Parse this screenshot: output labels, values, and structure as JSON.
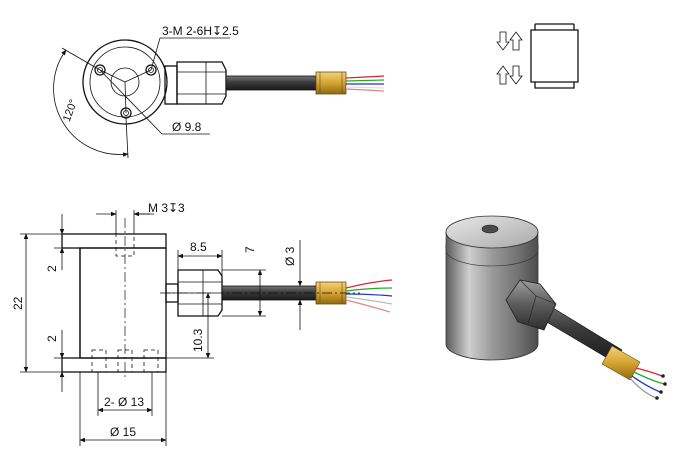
{
  "labels": {
    "thread_top": "3-M 2-6H↧2.5",
    "angle": "120°",
    "bolt_circle": "Ø 9.8",
    "thread_side": "M 3↧3",
    "dim_85": "8.5",
    "dim_7": "7",
    "dim_d3": "Ø 3",
    "dim_22": "22",
    "dim_2_top": "2",
    "dim_2_bot": "2",
    "dim_103": "10.3",
    "dim_d13": "2- Ø 13",
    "dim_d15": "Ø 15"
  },
  "colors": {
    "line": "#111111",
    "cable": "#3a3a3a",
    "brass": "#d4a431",
    "body_light": "#d9d9d9",
    "body_dark": "#6e6e6e"
  }
}
